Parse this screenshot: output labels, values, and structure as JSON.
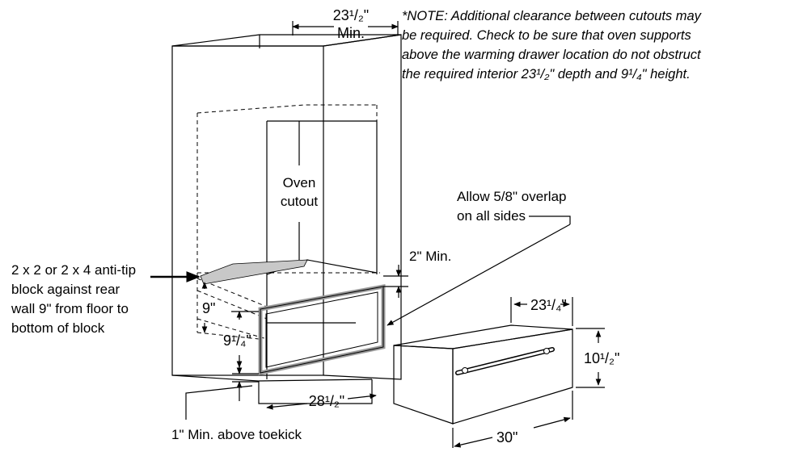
{
  "note": {
    "lines": [
      "*NOTE: Additional clearance between cutouts may",
      "be required. Check to be sure that oven supports",
      "above the warming drawer location do not obstruct",
      "the required interior 23¹/₂\" depth and 9¹/₄\" height."
    ]
  },
  "labels": {
    "top_width": "23¹/₂\"",
    "top_width_min": "Min.",
    "oven_cutout_1": "Oven",
    "oven_cutout_2": "cutout",
    "overlap_1": "Allow 5/8\" overlap",
    "overlap_2": "on all sides",
    "two_min": "2\" Min.",
    "antitip_1": "2 x 2 or 2 x 4 anti-tip",
    "antitip_2": "block against rear",
    "antitip_3": "wall 9\" from floor to",
    "antitip_4": "bottom of block",
    "nine": "9\"",
    "nine_quarter": "9¹/₄\"",
    "width_28": "28¹/₂\"",
    "toekick": "1\" Min. above toekick",
    "drawer_depth": "23¹/₄\"",
    "drawer_height": "10¹/₂\"",
    "drawer_width": "30\""
  }
}
